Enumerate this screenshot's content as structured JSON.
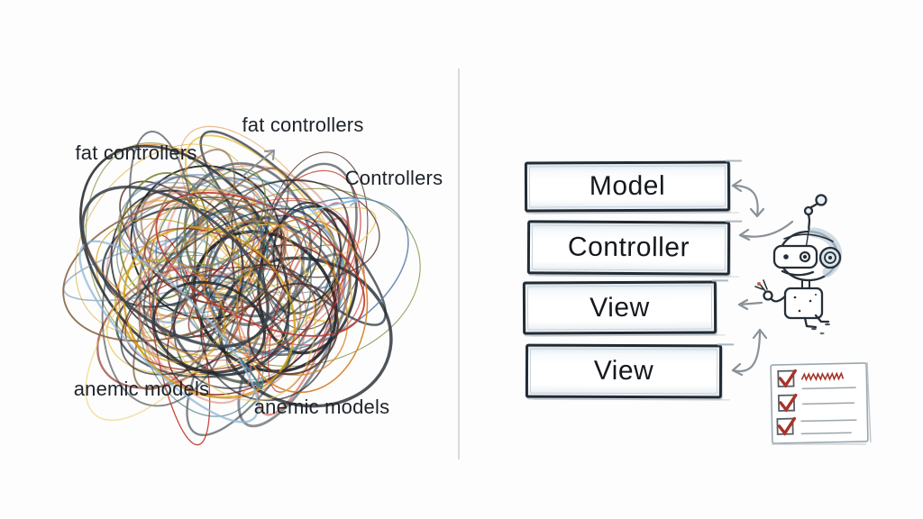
{
  "title": "Messy code tangle versus organized MVC sketch",
  "left": {
    "labels": {
      "top_left": "fat controllers",
      "top_center": "fat controllers",
      "top_right": "Controllers",
      "bottom_left": "anemic models",
      "bottom_center": "anemic models"
    },
    "tangle_palette": [
      "#20262c",
      "#3a434d",
      "#54342a",
      "#8a2b20",
      "#c0392b",
      "#d9822b",
      "#d4a017",
      "#ecc855",
      "#7c8b3a",
      "#3d6f75",
      "#5b7fa6",
      "#8fb8d8",
      "#d98a7a",
      "#8e6b4a"
    ],
    "tangle_arrow_colors": {
      "up": "#8a9197",
      "right": "#8fb8d8",
      "down": "#4b7e8c"
    }
  },
  "right": {
    "boxes": [
      {
        "label": "Model"
      },
      {
        "label": "Controller"
      },
      {
        "label": "View"
      },
      {
        "label": "View"
      }
    ],
    "robot": {
      "description": "sketched robot mascot pointing at View"
    },
    "checklist": {
      "rows": 3,
      "checked_rows": 3,
      "check_color": "#a93226",
      "note": "illegible red scribble heading with ruled lines"
    }
  },
  "colors": {
    "background": "#fdfdfd",
    "ink": "#222b33",
    "arrow": "#8a9197",
    "divider": "#d9dbdc",
    "robot_shade": "#bfd0dd"
  }
}
